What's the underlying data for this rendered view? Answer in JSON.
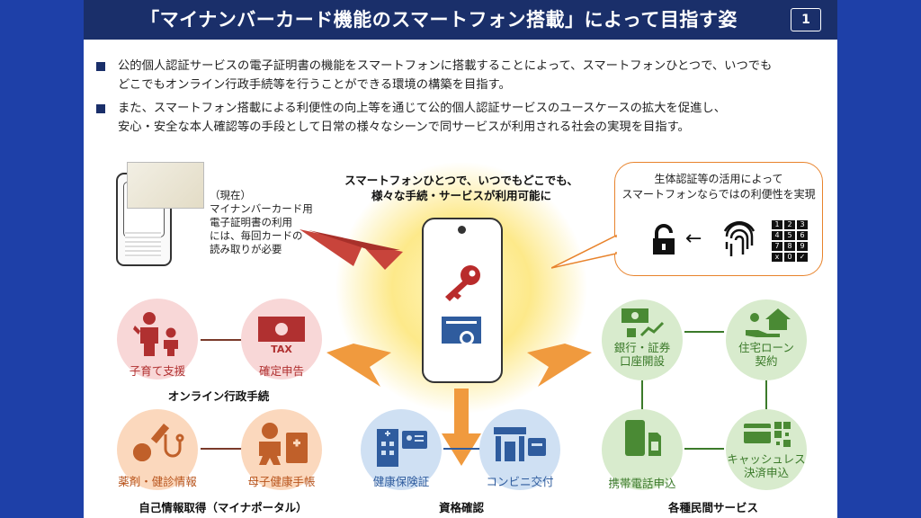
{
  "title": "「マイナンバーカード機能のスマートフォン搭載」によって目指す姿",
  "page_number": "1",
  "bullets": [
    {
      "line1": "公的個人認証サービスの電子証明書の機能をスマートフォンに搭載することによって、スマートフォンひとつで、いつでも",
      "line2": "どこでもオンライン行政手続等を行うことができる環境の構築を目指す。"
    },
    {
      "line1": "また、スマートフォン搭載による利便性の向上等を通じて公的個人認証サービスのユースケースの拡大を促進し、",
      "line2": "安心・安全な本人確認等の手段として日常の様々なシーンで同サービスが利用される社会の実現を目指す。"
    }
  ],
  "current": {
    "line1": "（現在）",
    "line2": "マイナンバーカード用",
    "line3": "電子証明書の利用",
    "line4": "には、毎回カードの",
    "line5": "読み取りが必要"
  },
  "center": {
    "line1": "スマートフォンひとつで、いつでもどこでも、",
    "line2": "様々な手続・サービスが利用可能に"
  },
  "bio": {
    "line1": "生体認証等の活用によって",
    "line2": "スマートフォンならではの利便性を実現",
    "keypad": [
      "1",
      "2",
      "3",
      "4",
      "5",
      "6",
      "7",
      "8",
      "9",
      "x",
      "0",
      "✓"
    ]
  },
  "online": {
    "group": "オンライン行政手続",
    "items": [
      {
        "label": "子育て支援"
      },
      {
        "label": "確定申告",
        "badge": "TAX"
      }
    ]
  },
  "self": {
    "group": "自己情報取得（マイナポータル）",
    "items": [
      {
        "label": "薬剤・健診情報"
      },
      {
        "label": "母子健康手帳"
      }
    ]
  },
  "qual": {
    "group": "資格確認",
    "items": [
      {
        "label": "健康保険証"
      },
      {
        "label": "コンビニ交付"
      }
    ]
  },
  "private": {
    "group": "各種民間サービス",
    "items": [
      {
        "line1": "銀行・証券",
        "line2": "口座開設"
      },
      {
        "line1": "住宅ローン",
        "line2": "契約"
      },
      {
        "line1": "携帯電話申込"
      },
      {
        "line1": "キャッシュレス",
        "line2": "決済申込"
      }
    ]
  },
  "colors": {
    "navy": "#1a2f6a",
    "pink": "#b03030",
    "orange": "#e8832c",
    "blue": "#2f5c9e",
    "green": "#5a9a3e"
  }
}
